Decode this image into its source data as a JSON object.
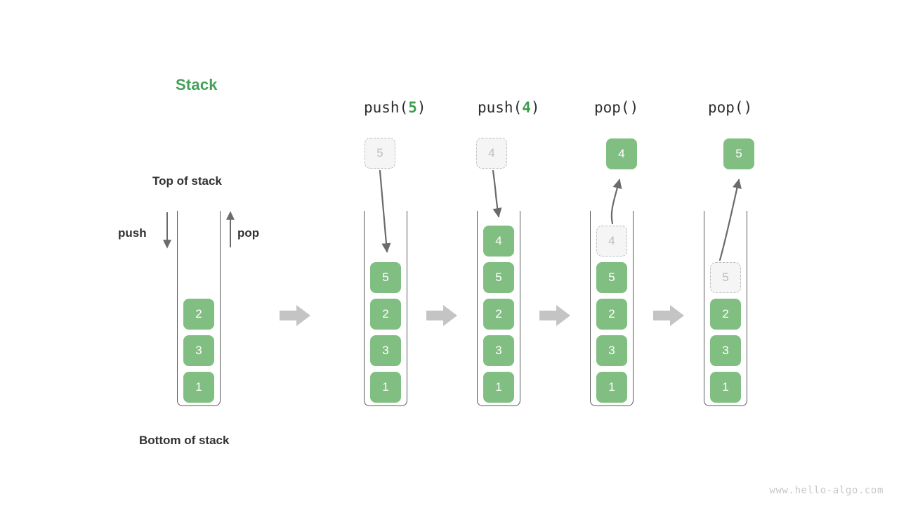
{
  "diagram": {
    "title": "Stack",
    "title_color": "#45a05a",
    "cell_color": "#81be82",
    "ghost_color": "#bdbdbd",
    "arrow_color": "#6b6b6b",
    "transition_arrow_color": "#c4c4c4"
  },
  "labels": {
    "top_of_stack": "Top of stack",
    "bottom_of_stack": "Bottom of stack",
    "push": "push",
    "pop": "pop"
  },
  "columns": [
    {
      "header_prefix": "",
      "header_arg": "",
      "header_suffix": "",
      "cells": [
        "2",
        "3",
        "1"
      ]
    },
    {
      "header_prefix": "push(",
      "header_arg": "5",
      "header_suffix": ")",
      "floating_value": "5",
      "cells": [
        "5",
        "2",
        "3",
        "1"
      ]
    },
    {
      "header_prefix": "push(",
      "header_arg": "4",
      "header_suffix": ")",
      "floating_value": "4",
      "cells": [
        "4",
        "5",
        "2",
        "3",
        "1"
      ]
    },
    {
      "header_prefix": "pop(",
      "header_arg": "",
      "header_suffix": ")",
      "floating_value": "4",
      "ghost_value": "4",
      "cells": [
        "5",
        "2",
        "3",
        "1"
      ]
    },
    {
      "header_prefix": "pop(",
      "header_arg": "",
      "header_suffix": ")",
      "floating_value": "5",
      "ghost_value": "5",
      "cells": [
        "2",
        "3",
        "1"
      ]
    }
  ],
  "watermark": "www.hello-algo.com"
}
